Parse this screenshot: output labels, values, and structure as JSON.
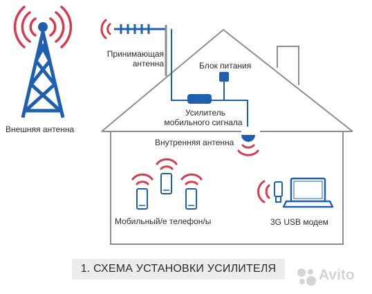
{
  "colors": {
    "blue": "#1f5fb0",
    "red": "#d63a4f",
    "outline": "#8c8c8c",
    "caption_bg": "#ececec"
  },
  "labels": {
    "external_antenna": "Внешняя антенна",
    "receiving_antenna_line1": "Принимающая",
    "receiving_antenna_line2": "антенна",
    "power_unit": "Блок питания",
    "amplifier_line1": "Усилитель",
    "amplifier_line2": "мобильного сигнала",
    "internal_antenna": "Внутренняя антенна",
    "phones": "Мобильный/е телефон/ы",
    "usb_modem": "3G USB модем"
  },
  "caption": "1. СХЕМА УСТАНОВКИ УСИЛИТЕЛЯ",
  "watermark": "Avito"
}
